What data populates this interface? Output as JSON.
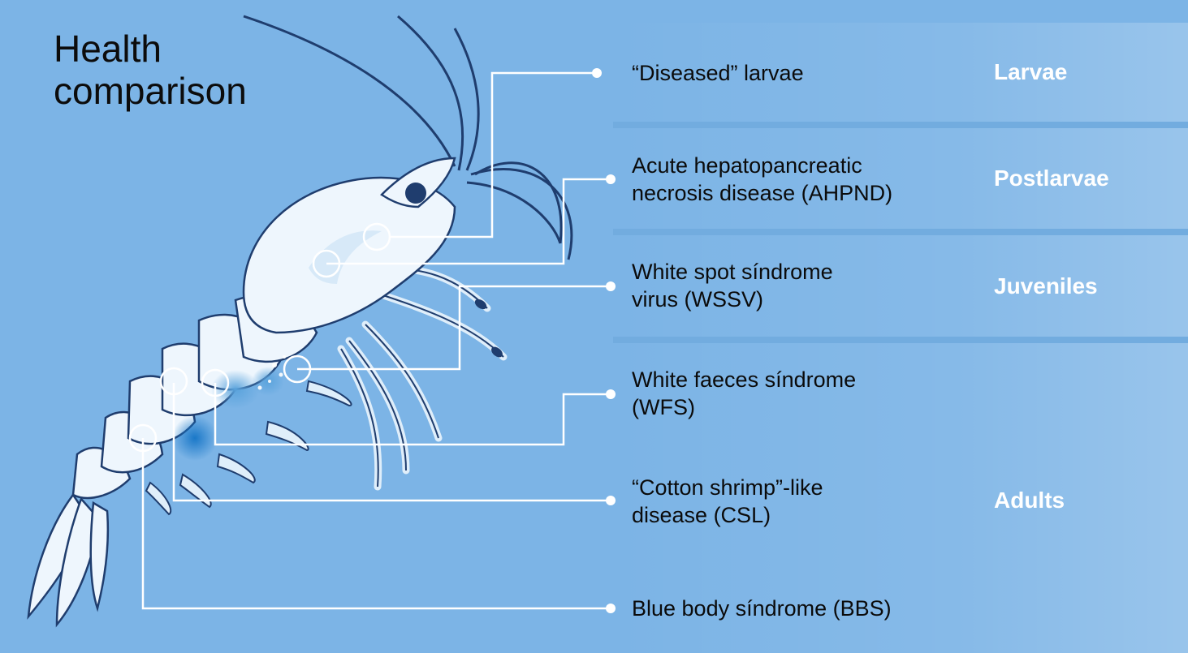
{
  "title": {
    "line1": "Health",
    "line2": "comparison"
  },
  "diseases": [
    {
      "line1": "“Diseased” larvae",
      "line2": ""
    },
    {
      "line1": "Acute hepatopancreatic",
      "line2": "necrosis disease (AHPND)"
    },
    {
      "line1": "White spot síndrome",
      "line2": "virus (WSSV)"
    },
    {
      "line1": "White faeces síndrome",
      "line2": "(WFS)"
    },
    {
      "line1": "“Cotton shrimp”-like",
      "line2": "disease (CSL)"
    },
    {
      "line1": "Blue body síndrome (BBS)",
      "line2": ""
    }
  ],
  "stages": [
    "Larvae",
    "Postlarvae",
    "Juveniles",
    "Adults"
  ],
  "colors": {
    "background": "#7cb4e6",
    "shrimp_body": "#eef6fd",
    "shrimp_outline": "#1f3d6e",
    "leader_line": "#ffffff",
    "text": "#0b0b0b",
    "stage_text": "#ffffff"
  }
}
